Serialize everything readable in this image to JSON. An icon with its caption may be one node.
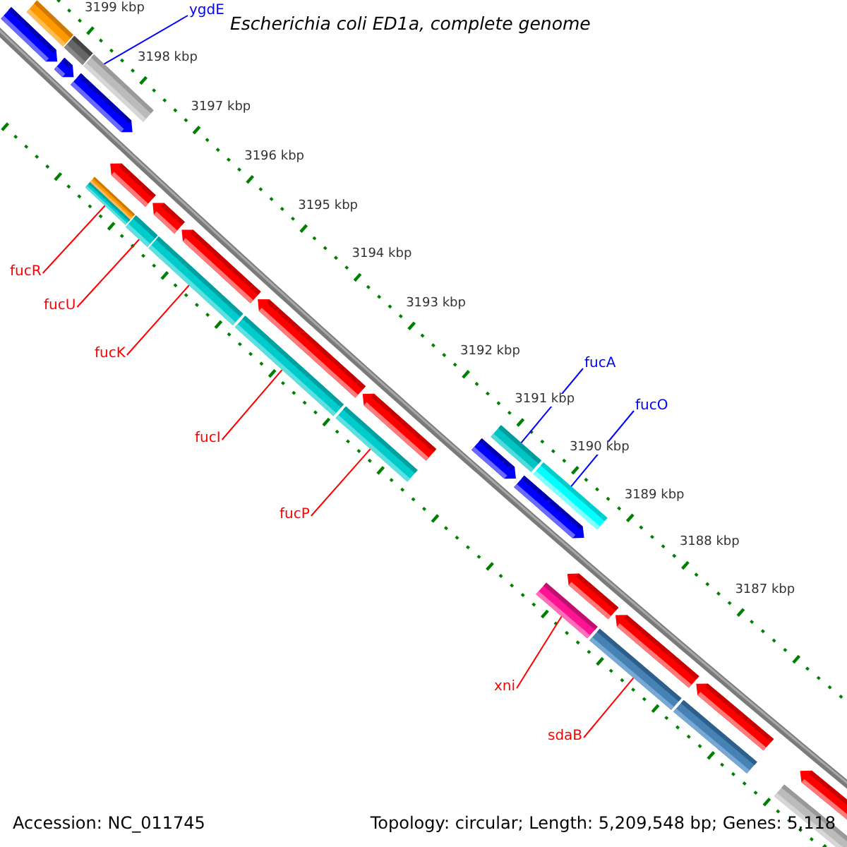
{
  "diagram": {
    "title": "Escherichia coli ED1a, complete genome",
    "nodes": [
      {
        "text": [
          "ygdE"
        ]
      },
      {
        "text": [
          "fucR"
        ]
      },
      {
        "text": [
          "fucU"
        ]
      },
      {
        "text": [
          "fucK"
        ]
      },
      {
        "text": [
          "fucI"
        ]
      },
      {
        "text": [
          "fucP"
        ]
      },
      {
        "text": [
          "fucA"
        ]
      },
      {
        "text": [
          "fucO"
        ]
      },
      {
        "text": [
          "xni"
        ]
      },
      {
        "text": [
          "sdaB"
        ]
      },
      {
        "text": [],
        "shape": "bar"
      },
      {
        "text": [],
        "shape": "pentagon"
      },
      {
        "text": [],
        "shape": "bar"
      },
      {
        "text": [],
        "shape": "pentagon"
      },
      {
        "text": [],
        "shape": "bar"
      },
      {
        "text": [],
        "shape": "pentagon"
      },
      {
        "text": [],
        "shape": "bar"
      },
      {
        "text": [],
        "shape": "bar"
      },
      {
        "text": [],
        "shape": "pentagon"
      },
      {
        "text": [],
        "shape": "bar"
      },
      {
        "text": [],
        "shape": "pentagon"
      },
      {
        "text": [],
        "shape": "bar"
      },
      {
        "text": [],
        "shape": "pentagon"
      },
      {
        "text": [],
        "shape": "pentagon"
      },
      {
        "text": [],
        "shape": "bar"
      },
      {
        "text": [],
        "shape": "bar"
      },
      {
        "text": [],
        "shape": "pentagon"
      },
      {
        "text": [],
        "shape": "pentagon"
      },
      {
        "text": [],
        "shape": "bar"
      },
      {
        "text": [],
        "shape": "bar"
      },
      {
        "text": [],
        "shape": "pentagon"
      },
      {
        "text": [],
        "shape": "bar"
      },
      {
        "text": [],
        "shape": "pentagon"
      },
      {
        "text": [],
        "shape": "bar"
      },
      {
        "text": [],
        "shape": "pentagon"
      },
      {
        "text": [],
        "shape": "pentagon"
      },
      {
        "text": [],
        "shape": "bar"
      },
      {
        "text": [],
        "shape": "bar"
      },
      {
        "text": [],
        "shape": "pentagon"
      }
    ],
    "edges": [
      {
        "from": 0,
        "to": 14,
        "arrow": "none",
        "color": "#0000ff"
      },
      {
        "from": 1,
        "to": 17,
        "arrow": "none"
      },
      {
        "from": 2,
        "to": 19,
        "arrow": "none"
      },
      {
        "from": 3,
        "to": 21,
        "arrow": "none"
      },
      {
        "from": 4,
        "to": 24,
        "arrow": "none"
      },
      {
        "from": 5,
        "to": 25,
        "arrow": "none"
      },
      {
        "from": 6,
        "to": 28,
        "arrow": "none",
        "color": "#0000ff"
      },
      {
        "from": 7,
        "to": 29,
        "arrow": "none",
        "color": "#0000ff"
      },
      {
        "from": 8,
        "to": 31,
        "arrow": "none"
      },
      {
        "from": 9,
        "to": 33,
        "arrow": "none"
      }
    ],
    "labels": [
      "3199 kbp",
      "3198 kbp",
      "3197 kbp",
      "3196 kbp",
      "3195 kbp",
      "3194 kbp",
      "3193 kbp",
      "3192 kbp",
      "3191 kbp",
      "3190 kbp",
      "3189 kbp",
      "3188 kbp",
      "3187 kbp",
      "Accession: NC_011745",
      "Topology: circular; Length: 5,209,548 bp; Genes: 5,118"
    ]
  }
}
